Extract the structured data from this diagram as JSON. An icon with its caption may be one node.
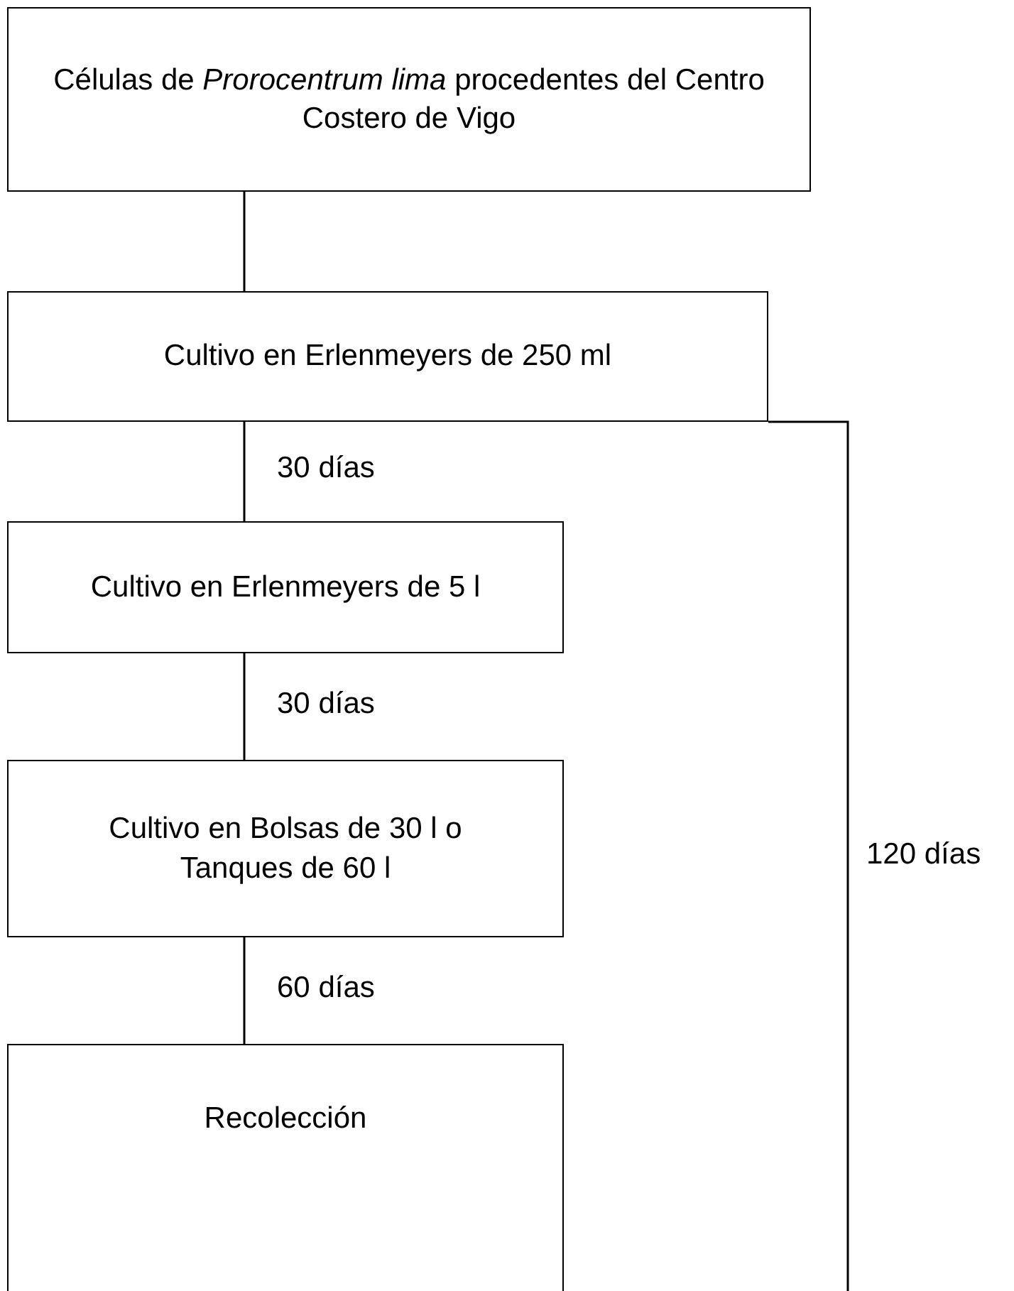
{
  "diagram": {
    "nodes": [
      {
        "text": [
          "Células de *Prorocentrum lima* procedentes del Centro Costero de Vigo"
        ]
      },
      {
        "text": [
          "Cultivo en Erlenmeyers de 250 ml"
        ]
      },
      {
        "text": [
          "Cultivo en Erlenmeyers de 5 l"
        ]
      },
      {
        "text": [
          "Cultivo en Bolsas de 30 l o Tanques de 60 l"
        ]
      },
      {
        "text": [
          "Recolección"
        ]
      }
    ],
    "edges": [
      {
        "from": 0,
        "to": 1,
        "arrow": "none"
      },
      {
        "from": 1,
        "to": 2,
        "label": "30 días",
        "arrow": "none"
      },
      {
        "from": 2,
        "to": 3,
        "label": "30 días",
        "arrow": "none"
      },
      {
        "from": 3,
        "to": 4,
        "label": "60 días",
        "arrow": "none"
      },
      {
        "from": 1,
        "to": null,
        "label": "120 días",
        "arrow": "none"
      }
    ]
  }
}
